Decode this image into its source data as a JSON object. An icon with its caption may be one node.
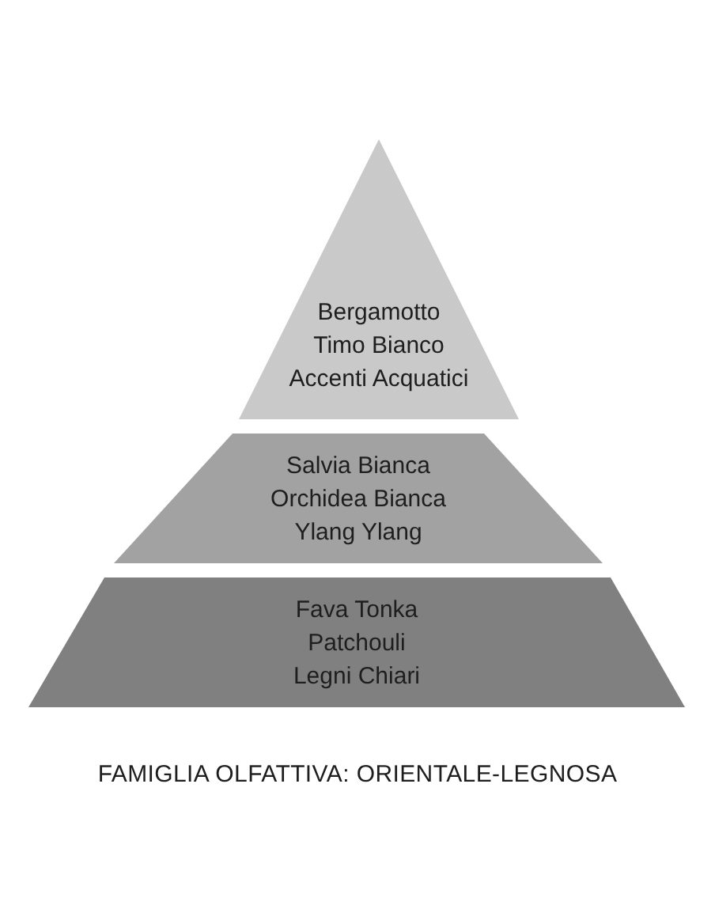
{
  "diagram": {
    "caption": "FAMIGLIA OLFATTIVA: ORIENTALE-LEGNOSA",
    "nodes": [
      {
        "text": [
          "Bergamotto",
          "Timo Bianco",
          "Accenti Acquatici"
        ]
      },
      {
        "text": [
          "Salvia Bianca",
          "Orchidea Bianca",
          "Ylang Ylang"
        ]
      },
      {
        "text": [
          "Fava Tonka",
          "Patchouli",
          "Legni Chiari"
        ]
      }
    ]
  }
}
